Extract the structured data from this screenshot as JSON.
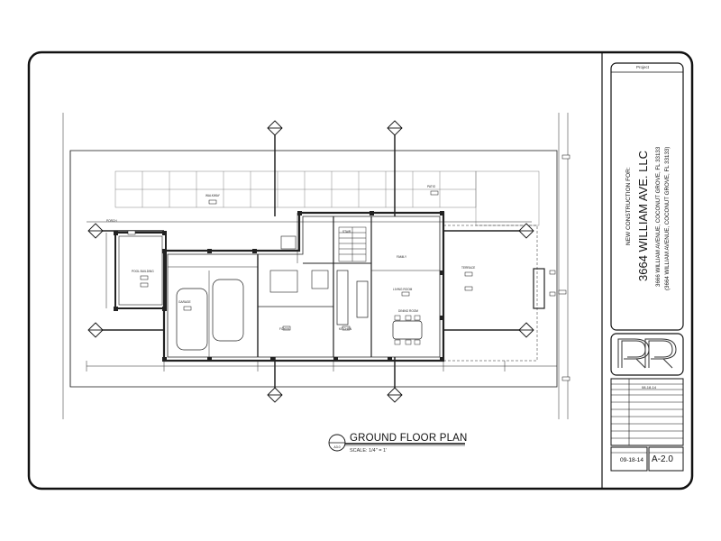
{
  "title_block": {
    "header_label": "Project",
    "new_construction_for": "NEW CONSTRUCTION FOR:",
    "client_name": "3664 WILLIAM AVE. LLC",
    "address_line_1": "3666 WILLIAM AVENUE, COCONUT GROVE, FL 33133",
    "address_line_2": "(3664 WILLIAM AVENUE, COCONUT GROVE, FL 33133)",
    "logo_letters": "RR",
    "revision_row_1": "08-18-14",
    "date": "09-18-14",
    "sheet_number": "A-2.0"
  },
  "drawing": {
    "title": "GROUND FLOOR PLAN",
    "scale": "SCALE: 1/4\" = 1'",
    "section_tag": "A3.0",
    "room_labels": [
      "GARAGE",
      "POOL BUILDING",
      "FOYER",
      "KITCHEN",
      "LIVING ROOM",
      "DINING ROOM",
      "FAMILY",
      "STAIR",
      "TERRACE",
      "PATIO",
      "WALKWAY",
      "PORCH"
    ]
  }
}
